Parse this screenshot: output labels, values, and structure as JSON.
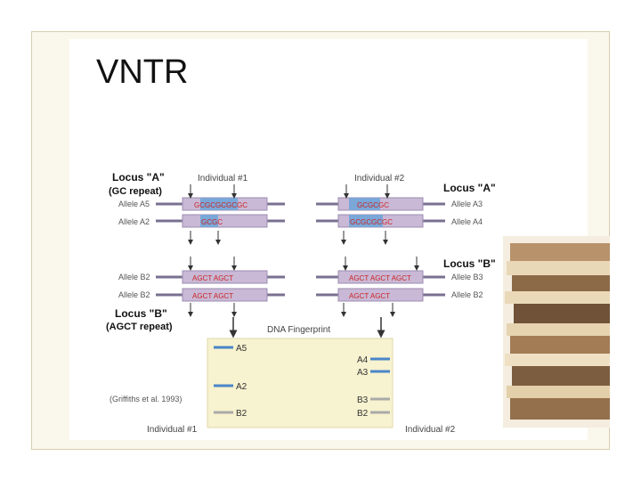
{
  "slide": {
    "title": "VNTR"
  },
  "diagram": {
    "locusA_left": "Locus \"A\"",
    "locusA_left_sub": "(GC repeat)",
    "locusA_right": "Locus \"A\"",
    "locusB_right": "Locus \"B\"",
    "locusB_left": "Locus \"B\"",
    "locusB_left_sub": "(AGCT repeat)",
    "individual1": "Individual #1",
    "individual2": "Individual #2",
    "alleles_left": [
      "Allele A5",
      "Allele A2",
      "Allele B2",
      "Allele B2"
    ],
    "alleles_right": [
      "Allele A3",
      "Allele A4",
      "Allele B3",
      "Allele B2"
    ],
    "repeats": {
      "gc_i1_a5": "GCGCGCGCGC",
      "gc_i1_a2": "GCGC",
      "gc_i2_a3": "GCGCGC",
      "gc_i2_a4": "GCGCGCGC",
      "agct_i1_b2a": "AGCT AGCT",
      "agct_i1_b2b": "AGCT AGCT",
      "agct_i2_b3": "AGCT AGCT AGCT",
      "agct_i2_b2": "AGCT AGCT"
    },
    "fingerprint_title": "DNA Fingerprint",
    "bands_left": [
      "A5",
      "A2",
      "B2"
    ],
    "bands_right": [
      "A4",
      "A3",
      "B3",
      "B2"
    ],
    "bottom_individual1": "Individual #1",
    "bottom_individual2": "Individual #2",
    "citation": "(Griffiths et al. 1993)"
  },
  "colors": {
    "red": "#cc2222",
    "blue_band": "#4a86c8",
    "gray_band": "#aaaaaa",
    "chip": "#c9b9d6",
    "gel": "#f7f2cf"
  }
}
